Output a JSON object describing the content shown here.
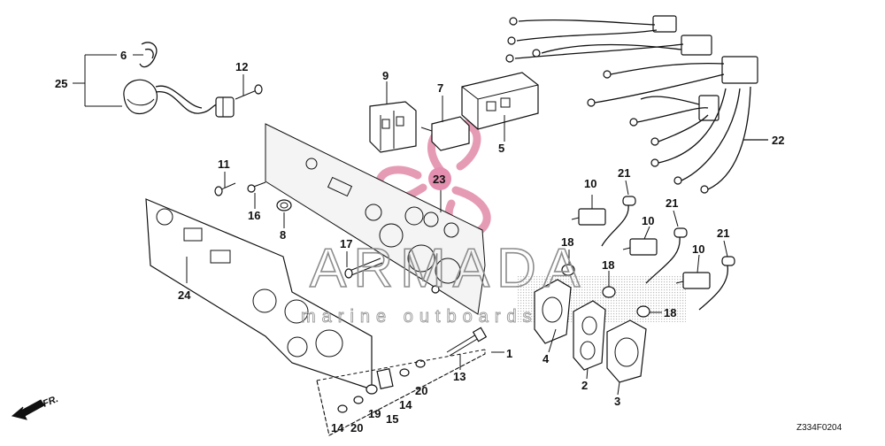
{
  "diagram": {
    "figure_code": "Z334F0204",
    "direction_marker": "FR.",
    "watermark": {
      "brand": "ARMADA",
      "tagline": "marine outboards"
    },
    "callouts": [
      {
        "id": "c1",
        "text": "1"
      },
      {
        "id": "c2",
        "text": "2"
      },
      {
        "id": "c3",
        "text": "3"
      },
      {
        "id": "c4",
        "text": "4"
      },
      {
        "id": "c5",
        "text": "5"
      },
      {
        "id": "c6",
        "text": "6"
      },
      {
        "id": "c7",
        "text": "7"
      },
      {
        "id": "c8",
        "text": "8"
      },
      {
        "id": "c9",
        "text": "9"
      },
      {
        "id": "c10a",
        "text": "10"
      },
      {
        "id": "c10b",
        "text": "10"
      },
      {
        "id": "c10c",
        "text": "10"
      },
      {
        "id": "c11",
        "text": "11"
      },
      {
        "id": "c12",
        "text": "12"
      },
      {
        "id": "c13",
        "text": "13"
      },
      {
        "id": "c14a",
        "text": "14"
      },
      {
        "id": "c14b",
        "text": "14"
      },
      {
        "id": "c15",
        "text": "15"
      },
      {
        "id": "c16",
        "text": "16"
      },
      {
        "id": "c17",
        "text": "17"
      },
      {
        "id": "c18a",
        "text": "18"
      },
      {
        "id": "c18b",
        "text": "18"
      },
      {
        "id": "c18c",
        "text": "18"
      },
      {
        "id": "c19",
        "text": "19"
      },
      {
        "id": "c20a",
        "text": "20"
      },
      {
        "id": "c20b",
        "text": "20"
      },
      {
        "id": "c21a",
        "text": "21"
      },
      {
        "id": "c21b",
        "text": "21"
      },
      {
        "id": "c21c",
        "text": "21"
      },
      {
        "id": "c22",
        "text": "22"
      },
      {
        "id": "c23",
        "text": "23"
      },
      {
        "id": "c24",
        "text": "24"
      },
      {
        "id": "c25",
        "text": "25"
      }
    ],
    "colors": {
      "line": "#111111",
      "watermark_logo": "#e28aa8",
      "callout_badge": "#e58fb0",
      "watermark_text": "#8d8d8d"
    }
  }
}
